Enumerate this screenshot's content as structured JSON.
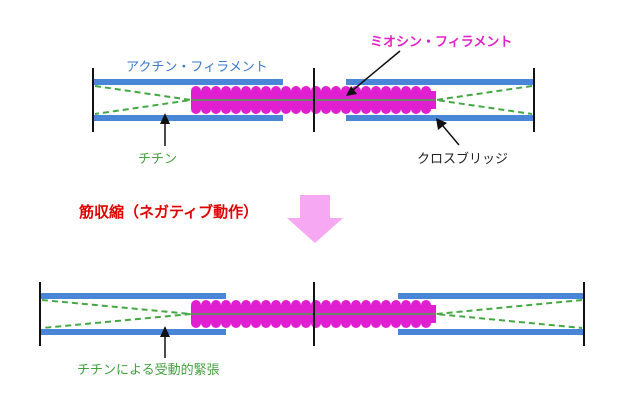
{
  "labels": {
    "actin_filament": "アクチン・フィラメント",
    "myosin_filament": "ミオシン・フィラメント",
    "titin": "チチン",
    "cross_bridge": "クロスブリッジ",
    "muscle_contraction": "筋収縮（ネガティブ動作）",
    "titin_passive_tension": "チチンによる受動的緊張"
  },
  "colors": {
    "actin": "#4a86d8",
    "myosin": "#e020d0",
    "titin": "#44a844",
    "z_line": "#111111",
    "arrow_fill": "#f7a8f2",
    "actin_label": "#3a78d0",
    "myosin_label": "#e020c8",
    "titin_label": "#44a040",
    "contraction_label": "#e00000"
  }
}
